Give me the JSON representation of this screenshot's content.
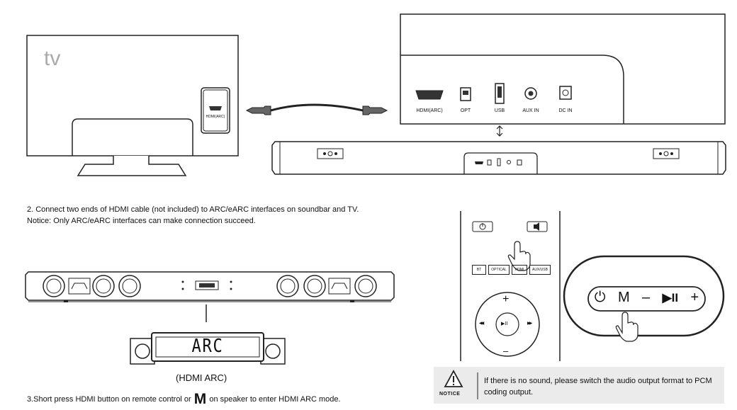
{
  "tv": {
    "label": "tv",
    "port_label": "HDMI(ARC)"
  },
  "soundbar_ports": {
    "labels": [
      "HDMI(ARC)",
      "OPT",
      "USB",
      "AUX IN",
      "DC IN"
    ]
  },
  "step2": {
    "line1": "2. Connect two ends of HDMI cable (not included) to ARC/eARC interfaces on soundbar and TV.",
    "line2": "Notice: Only ARC/eARC interfaces can make connection succeed."
  },
  "display": {
    "text": "ARC",
    "caption": "(HDMI ARC)"
  },
  "step3": {
    "prefix": "3.Short press HDMI button on remote control or ",
    "big_letter": "M",
    "suffix": " on speaker to enter HDMI ARC mode."
  },
  "remote": {
    "input_buttons": [
      "BT",
      "OPTICAL",
      "HDMI",
      "AUX/USB"
    ],
    "vol_up": "+",
    "vol_down": "–",
    "prev": "◀◀",
    "next": "▶▶",
    "play": "▶II"
  },
  "speaker_panel": {
    "buttons": [
      "⏻",
      "M",
      "–",
      "▶II",
      "+"
    ]
  },
  "notice": {
    "label": "NOTICE",
    "text": "If there is no sound, please switch the audio output format to PCM coding output."
  }
}
